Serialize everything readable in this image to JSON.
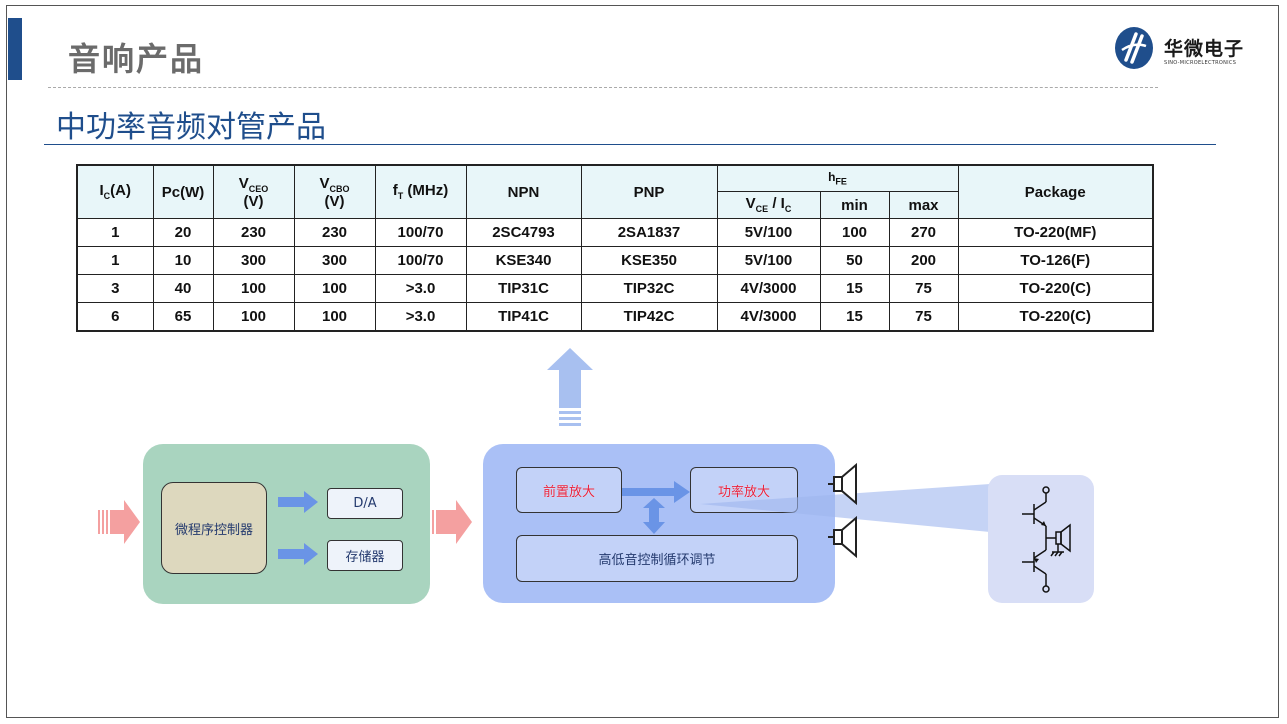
{
  "header": {
    "section_title": "音响产品",
    "page_title": "中功率音频对管产品",
    "logo_text_cn": "华微电子",
    "logo_text_en": "SINO-MICROELECTRONICS"
  },
  "table": {
    "headers": {
      "ic_main": "I",
      "ic_sub": "C",
      "ic_unit": "(A)",
      "pc": "Pc(W)",
      "vceo_main": "V",
      "vceo_sub": "CEO",
      "vceo_unit": "(V)",
      "vcbo_main": "V",
      "vcbo_sub": "CBO",
      "vcbo_unit": "(V)",
      "ft_main": "f",
      "ft_sub": "T",
      "ft_unit": " (MHz)",
      "npn": "NPN",
      "pnp": "PNP",
      "hfe_main": "h",
      "hfe_sub": "FE",
      "cond_v": "V",
      "cond_v_sub": "CE",
      "cond_sep": " / I",
      "cond_i_sub": "C",
      "min": "min",
      "max": "max",
      "package": "Package"
    },
    "rows": [
      [
        "1",
        "20",
        "230",
        "230",
        "100/70",
        "2SC4793",
        "2SA1837",
        "5V/100",
        "100",
        "270",
        "TO-220(MF)"
      ],
      [
        "1",
        "10",
        "300",
        "300",
        "100/70",
        "KSE340",
        "KSE350",
        "5V/100",
        "50",
        "200",
        "TO-126(F)"
      ],
      [
        "3",
        "40",
        "100",
        "100",
        ">3.0",
        "TIP31C",
        "TIP32C",
        "4V/3000",
        "15",
        "75",
        "TO-220(C)"
      ],
      [
        "6",
        "65",
        "100",
        "100",
        ">3.0",
        "TIP41C",
        "TIP42C",
        "4V/3000",
        "15",
        "75",
        "TO-220(C)"
      ]
    ]
  },
  "diagram": {
    "mcu": "微程序控制器",
    "da": "D/A",
    "storage": "存储器",
    "preamp": "前置放大",
    "power_amp": "功率放大",
    "tone_control": "高低音控制循环调节"
  },
  "colors": {
    "brand_blue": "#1f4e8c",
    "green_panel": "#a9d4bf",
    "blue_panel": "#aac0f6",
    "table_header": "#e8f6f9",
    "amp_label_red": "#e8213c"
  }
}
